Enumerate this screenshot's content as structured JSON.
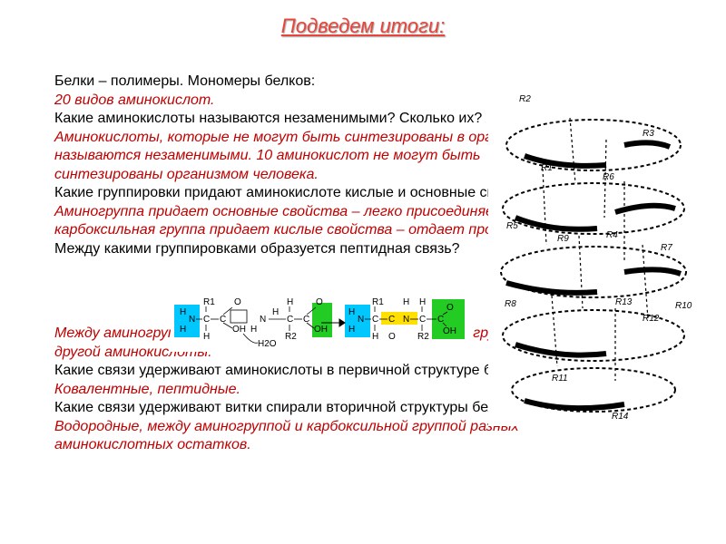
{
  "title": "Подведем итоги:",
  "lines": [
    {
      "text": "Белки – полимеры.  Мономеры белков:",
      "kind": "q"
    },
    {
      "text": "20 видов аминокислот.",
      "kind": "a"
    },
    {
      "text": "Какие аминокислоты  называются незаменимыми?  Сколько их?",
      "kind": "q"
    },
    {
      "text": "Аминокислоты, которые не могут быть синтезированы в организме,",
      "kind": "a"
    },
    {
      "text": "называются незаменимыми. 10 аминокислот не могут быть",
      "kind": "a"
    },
    {
      "text": "синтезированы организмом человека.",
      "kind": "a"
    },
    {
      "text": "Какие группировки  придают аминокислоте  кислые и основные свойства?",
      "kind": "q"
    },
    {
      "text": "Аминогруппа придает основные свойства – легко присоединяет протон,",
      "kind": "a"
    },
    {
      "text": "карбоксильная группа придает кислые свойства – отдает протон.",
      "kind": "a"
    },
    {
      "text": "Между какими  группировками  образуется пептидная связь?",
      "kind": "q"
    }
  ],
  "lines_after": [
    {
      "text": "Между аминогруппой одной аминокислоты и карбоксильной группой",
      "kind": "a"
    },
    {
      "text": "другой аминокислоты.",
      "kind": "a"
    },
    {
      "text": "Какие связи удерживают аминокислоты  в первичной структуре белка?",
      "kind": "q"
    },
    {
      "text": "Ковалентные, пептидные.",
      "kind": "a"
    },
    {
      "text": "Какие связи удерживают витки спирали  вторичной  структуры белка?",
      "kind": "q"
    },
    {
      "text": "Водородные, между аминогруппой и карбоксильной группой разных",
      "kind": "a"
    },
    {
      "text": "аминокислотных остатков.",
      "kind": "a"
    }
  ],
  "peptide_diagram": {
    "atoms": [
      "H",
      "N",
      "C",
      "C",
      "O",
      "OH",
      "H",
      "N",
      "C",
      "C",
      "O",
      "OH"
    ],
    "labels": [
      "R1",
      "R2",
      "H",
      "H2O"
    ],
    "colors": {
      "amino": "#00c8ff",
      "carboxyl": "#22cc22",
      "bond": "#ffe000"
    }
  },
  "helix_labels": [
    "R1",
    "R2",
    "R3",
    "R4",
    "R5",
    "R6",
    "R7",
    "R8",
    "R9",
    "R10",
    "R11",
    "R12",
    "R13",
    "R14"
  ]
}
